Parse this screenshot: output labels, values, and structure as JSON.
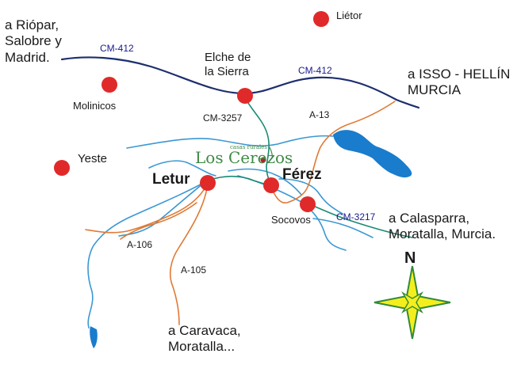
{
  "towns": {
    "lietor": "Liétor",
    "elche": [
      "Elche de",
      "la Sierra"
    ],
    "molinicos": "Molinicos",
    "yeste": "Yeste",
    "letur": "Letur",
    "ferez": "Férez",
    "socovos": "Socovos"
  },
  "destinations": {
    "riopar": [
      "a Riópar,",
      "Salobre y",
      "Madrid."
    ],
    "isso": [
      "a ISSO - HELLÍN",
      "MURCIA"
    ],
    "calasparra": [
      "a Calasparra,",
      "Moratalla, Murcia."
    ],
    "caravaca": [
      "a Caravaca,",
      "Moratalla..."
    ]
  },
  "roads": {
    "cm412_west": "CM-412",
    "cm412_east": "CM-412",
    "cm3257": "CM-3257",
    "a13": "A-13",
    "cm3217": "CM-3217",
    "a106": "A-106",
    "a105": "A-105"
  },
  "logo": {
    "main": "Los Cerezos",
    "small": "casas rurales"
  },
  "compass": {
    "north": "N"
  },
  "colors": {
    "town_marker": "#e02a2a",
    "main_road": "#1c2f6e",
    "secondary_road": "#e07a35",
    "regional_road": "#1a8a74",
    "river": "#3a98d3",
    "lake": "#1a7ccc",
    "logo": "#3f8a45",
    "compass_fill": "#f5ee1d",
    "compass_edge": "#2f8a3a"
  }
}
